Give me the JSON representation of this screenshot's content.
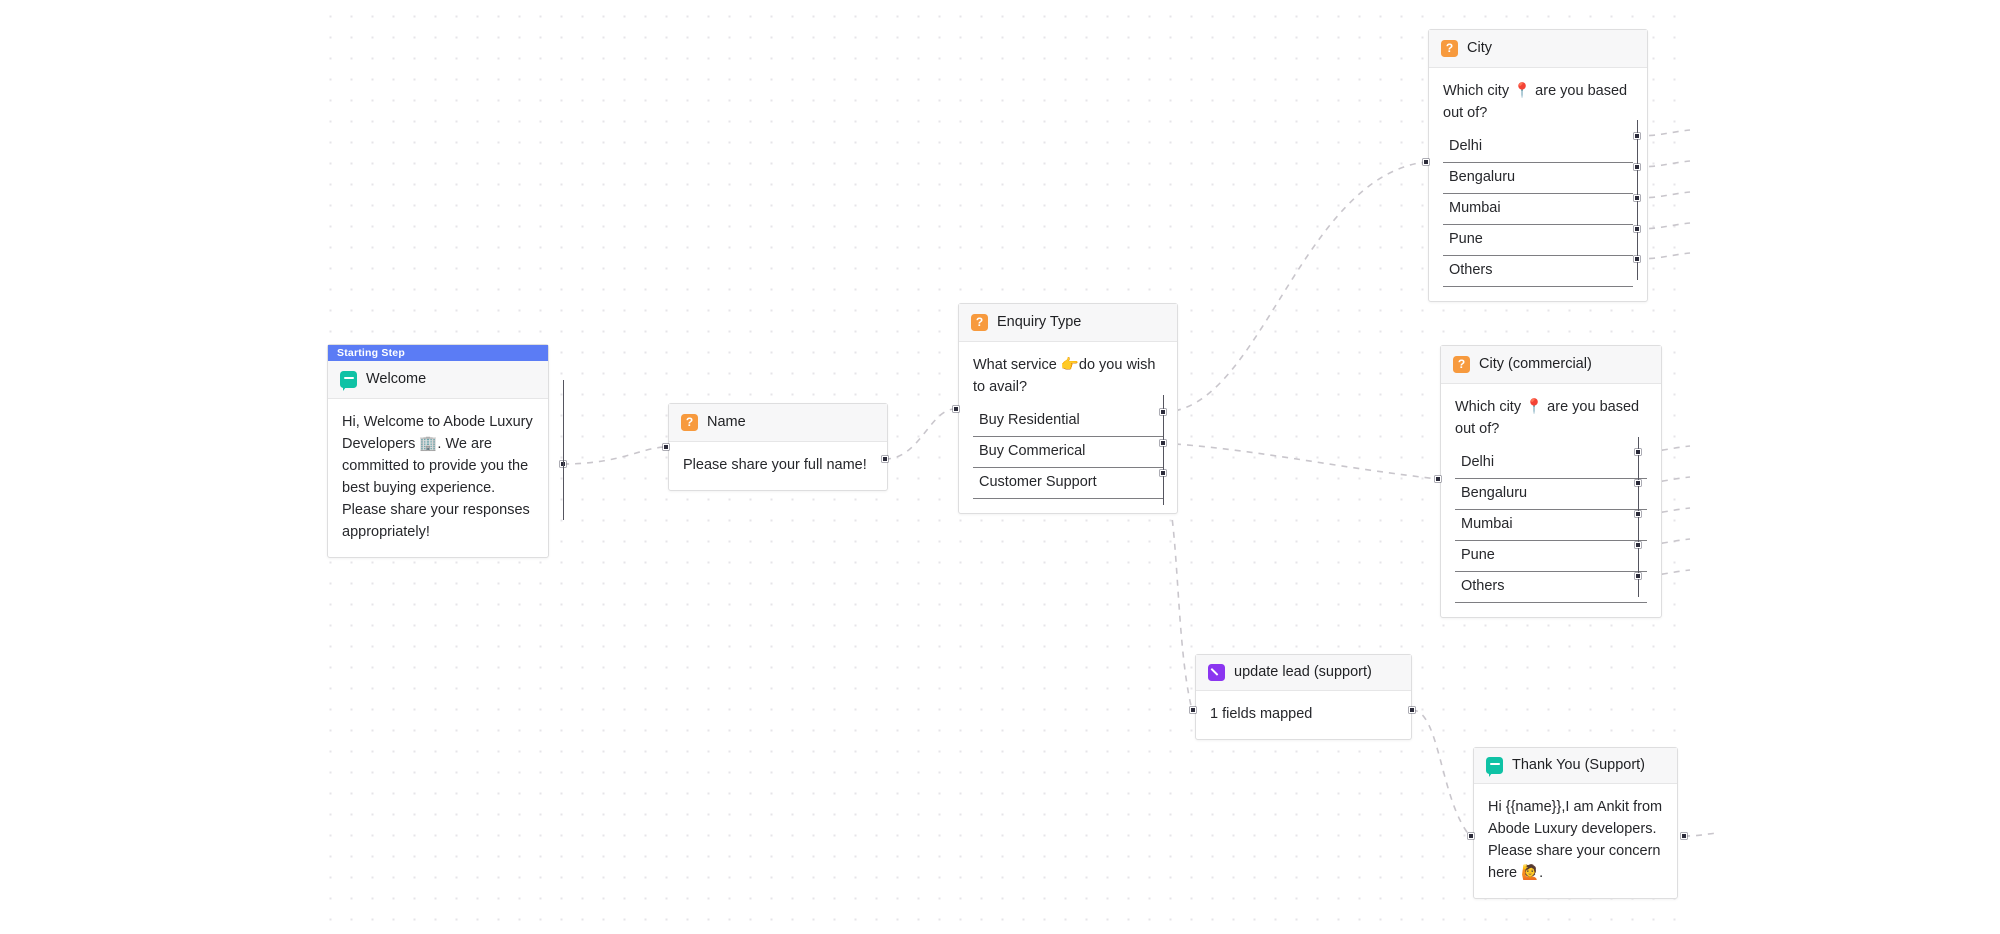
{
  "canvas": {
    "background_color": "#ffffff",
    "dot_color": "#e6e4e8",
    "edge_color": "#c9c6cc"
  },
  "nodes": {
    "welcome": {
      "banner": "Starting Step",
      "icon": "chat-icon",
      "icon_color": "#0fc2a5",
      "title": "Welcome",
      "text": "Hi, Welcome to Abode Luxury Developers 🏢. We are committed to provide you the best buying experience. Please share your responses appropriately!"
    },
    "name": {
      "icon": "question-icon",
      "icon_color": "#f79a3e",
      "title": "Name",
      "text": "Please share your full name!"
    },
    "enquiry_type": {
      "icon": "question-icon",
      "icon_color": "#f79a3e",
      "title": "Enquiry Type",
      "text": "What service 👉do you wish to avail?",
      "options": [
        "Buy Residential",
        "Buy Commerical",
        "Customer Support"
      ]
    },
    "city": {
      "icon": "question-icon",
      "icon_color": "#f79a3e",
      "title": "City",
      "text": "Which city 📍 are you based out of?",
      "options": [
        "Delhi",
        "Bengaluru",
        "Mumbai",
        "Pune",
        "Others"
      ]
    },
    "city_commercial": {
      "icon": "question-icon",
      "icon_color": "#f79a3e",
      "title": "City (commercial)",
      "text": "Which city 📍 are you based out of?",
      "options": [
        "Delhi",
        "Bengaluru",
        "Mumbai",
        "Pune",
        "Others"
      ]
    },
    "update_lead": {
      "icon": "pencil-icon",
      "icon_color": "#8b35f0",
      "title": "update lead (support)",
      "text": "1 fields mapped"
    },
    "thank_you": {
      "icon": "chat-icon",
      "icon_color": "#0fc2a5",
      "title": "Thank You (Support)",
      "text": "Hi {{name}},I am Ankit from Abode Luxury developers. Please share your concern here 🙋."
    }
  }
}
